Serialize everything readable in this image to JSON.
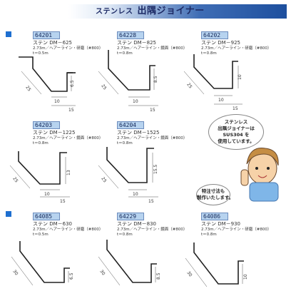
{
  "header": {
    "title_small": "ステンレス",
    "title_main": "出隅ジョイナー",
    "accent_color": "#1d4f9e"
  },
  "products": [
    {
      "code": "64201",
      "name": "ステン DM－625",
      "spec": "2.73m／ヘアーライン・研磨（#800）",
      "thickness": "t＝0.5m",
      "dims": [
        "25",
        "10",
        "6.5",
        "15"
      ]
    },
    {
      "code": "64228",
      "name": "ステン DM－825",
      "spec": "2.73m／ヘアーライン・鏡面（#800）",
      "thickness": "t＝0.8m",
      "dims": [
        "25",
        "10",
        "8.5",
        "15"
      ]
    },
    {
      "code": "64202",
      "name": "ステン DM－925",
      "spec": "2.73m／ヘアーライン・研磨（#800）",
      "thickness": "t＝0.8m",
      "dims": [
        "25",
        "10",
        "10",
        "15"
      ]
    },
    {
      "code": "64203",
      "name": "ステン DM－1225",
      "spec": "2.73m／ヘアーライン・鏡面（#800）",
      "thickness": "t＝0.8m",
      "dims": [
        "25",
        "10",
        "13",
        "15"
      ]
    },
    {
      "code": "64204",
      "name": "ステン DM－1525",
      "spec": "2.73m／ヘアーライン・鏡面（#800）",
      "thickness": "t＝0.8m",
      "dims": [
        "25",
        "10",
        "15.5",
        "15"
      ]
    },
    {
      "code": "64085",
      "name": "ステン DM－630",
      "spec": "2.73m／ヘアーライン・研磨（#800）",
      "thickness": "t＝0.5m",
      "dims": [
        "30",
        "6.5"
      ]
    },
    {
      "code": "64229",
      "name": "ステン DM－830",
      "spec": "2.73m／ヘアーライン・鏡面（#800）",
      "thickness": "t＝0.8m",
      "dims": [
        "30",
        "8.5"
      ]
    },
    {
      "code": "64086",
      "name": "ステン DM－930",
      "spec": "2.73m／ヘアーライン・研磨（#800）",
      "thickness": "t＝0.8m",
      "dims": [
        "30",
        "10"
      ]
    }
  ],
  "bubble_top": [
    "ステンレス",
    "出隅ジョイナーは",
    "SUS304 を",
    "使用しています。"
  ],
  "bubble_bottom": [
    "特注寸法も",
    "製作いたします。"
  ]
}
